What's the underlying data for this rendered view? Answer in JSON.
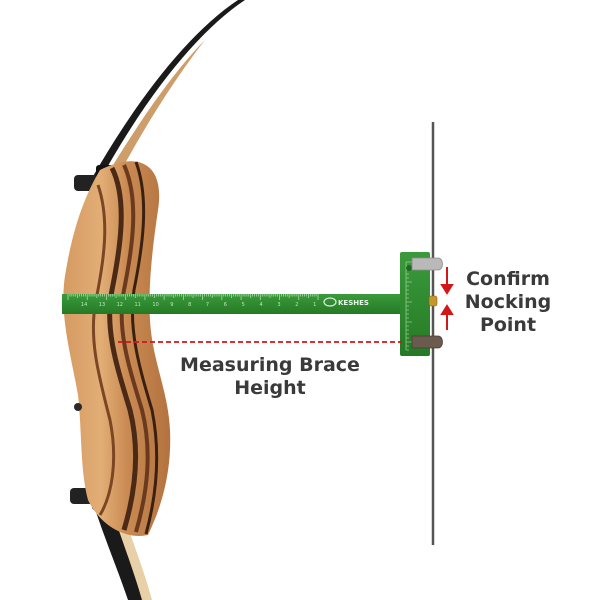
{
  "labels": {
    "brace_height": [
      "Measuring Brace",
      "Height"
    ],
    "nocking_point": [
      "Confirm",
      "Nocking",
      "Point"
    ]
  },
  "tool_brand": "KESHES",
  "ruler_marks": [
    "14",
    "13",
    "12",
    "11",
    "10",
    "9",
    "8",
    "7",
    "6",
    "5",
    "4",
    "3",
    "2",
    "1"
  ],
  "colors": {
    "background": "#ffffff",
    "ruler_green": "#2f8a2f",
    "label_text": "#3a3a3a",
    "arrow_red": "#d01818",
    "dashed_line": "#d01818",
    "string": "#555555",
    "limb": "#1a1a1a"
  }
}
